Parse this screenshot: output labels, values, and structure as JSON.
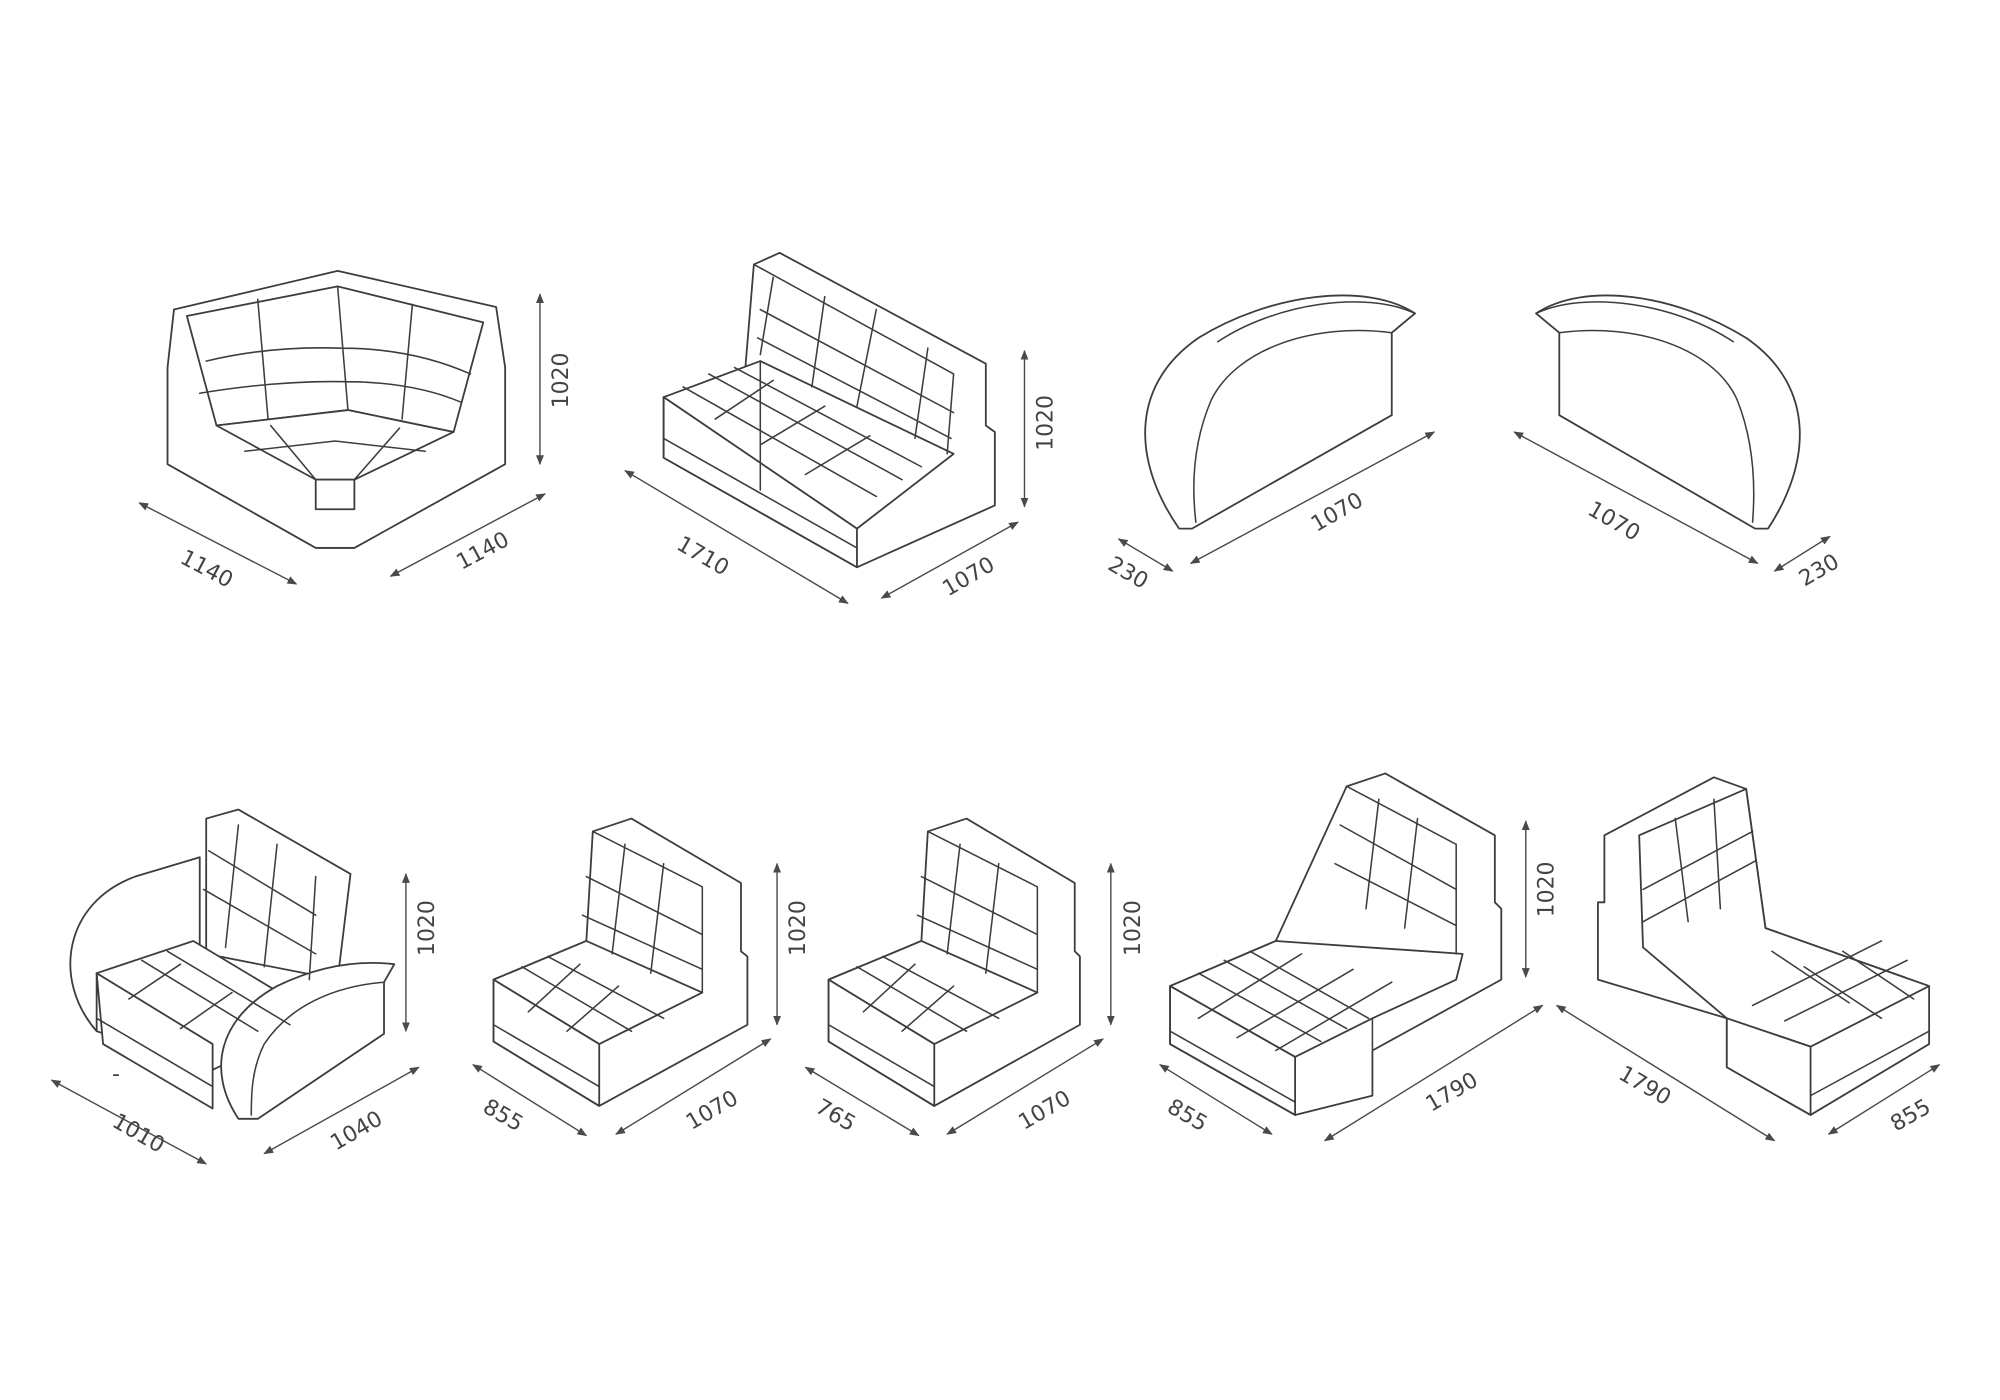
{
  "modules": [
    {
      "name": "corner",
      "dims": {
        "left": "1140",
        "right": "1140",
        "height": "1020"
      }
    },
    {
      "name": "two-seat",
      "dims": {
        "left": "1710",
        "right": "1070",
        "height": "1020"
      }
    },
    {
      "name": "armrest-left",
      "dims": {
        "width": "230",
        "length": "1070"
      }
    },
    {
      "name": "armrest-right",
      "dims": {
        "length": "1070",
        "width": "230"
      }
    },
    {
      "name": "armchair",
      "dims": {
        "left": "1010",
        "right": "1040",
        "height": "1020",
        "mark": "-"
      }
    },
    {
      "name": "single-seat-855",
      "dims": {
        "left": "855",
        "right": "1070",
        "height": "1020"
      }
    },
    {
      "name": "single-seat-765",
      "dims": {
        "left": "765",
        "right": "1070",
        "height": "1020"
      }
    },
    {
      "name": "chaise-left",
      "dims": {
        "left": "855",
        "right": "1790",
        "height": "1020"
      }
    },
    {
      "name": "chaise-right",
      "dims": {
        "left": "1790",
        "right": "855"
      }
    }
  ],
  "colors": {
    "line": "#3d3d3d",
    "background": "#ffffff"
  }
}
